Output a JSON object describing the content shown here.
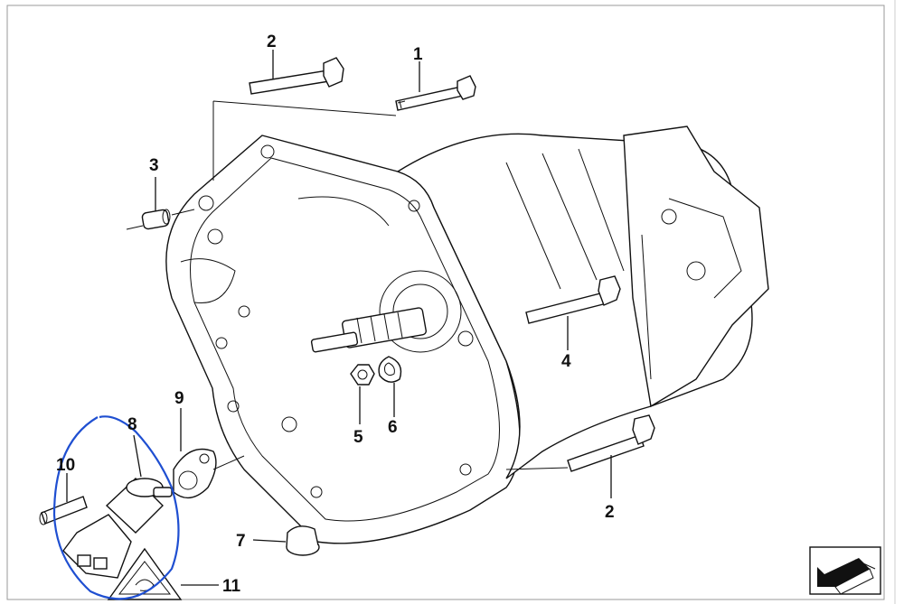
{
  "callouts": [
    {
      "id": "c1",
      "text": "1"
    },
    {
      "id": "c2a",
      "text": "2"
    },
    {
      "id": "c2b",
      "text": "2"
    },
    {
      "id": "c3",
      "text": "3"
    },
    {
      "id": "c4",
      "text": "4"
    },
    {
      "id": "c5",
      "text": "5"
    },
    {
      "id": "c6",
      "text": "6"
    },
    {
      "id": "c7",
      "text": "7"
    },
    {
      "id": "c8",
      "text": "8"
    },
    {
      "id": "c9",
      "text": "9"
    },
    {
      "id": "c10",
      "text": "10"
    },
    {
      "id": "c11",
      "text": "11"
    }
  ],
  "colors": {
    "ink": "#111111",
    "annotation": "#1f4fd1",
    "background": "#ffffff"
  },
  "icons": [
    "transmission-housing-icon",
    "bolt-icon",
    "sleeve-icon",
    "nut-icon",
    "seal-ring-icon",
    "plug-icon",
    "sensor-icon",
    "gasket-icon",
    "warning-triangle-icon",
    "navigation-arrow-icon"
  ]
}
